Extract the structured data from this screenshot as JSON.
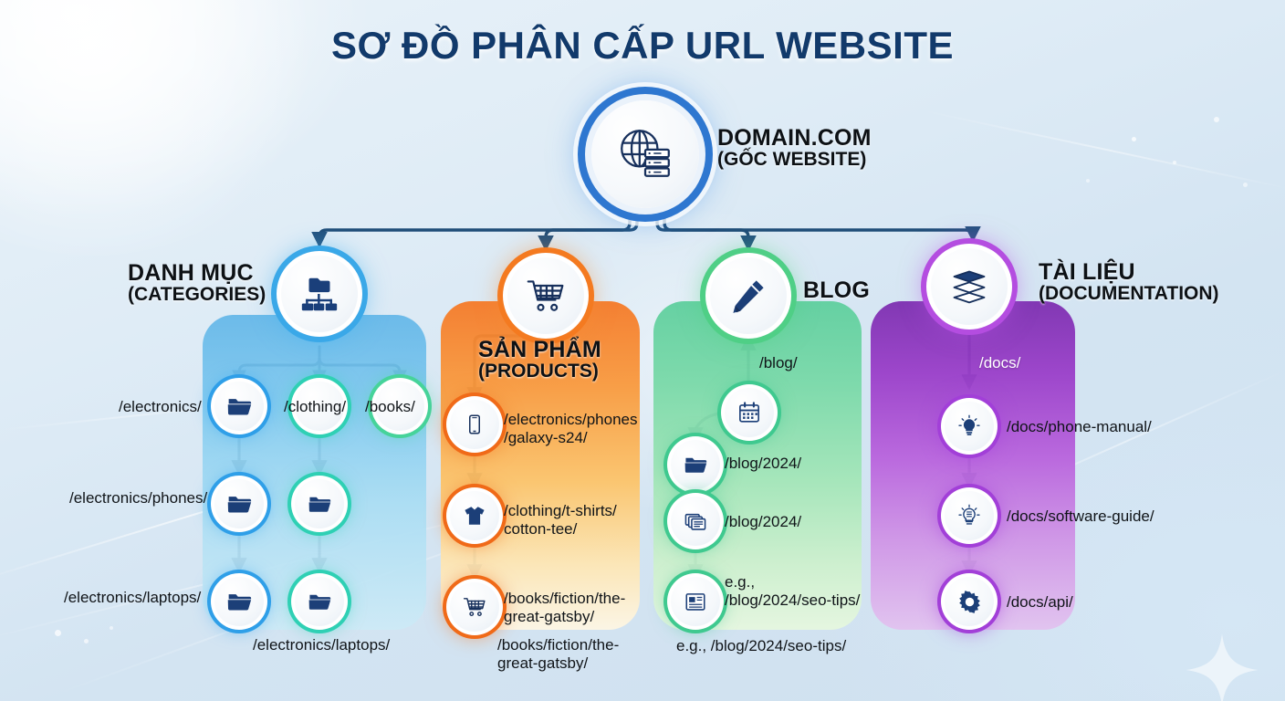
{
  "title": "SƠ ĐỒ PHÂN CẤP URL WEBSITE",
  "root": {
    "icon": "globe-server-icon",
    "label_line1": "DOMAIN.COM",
    "label_line2": "(GỐC WEBSITE)"
  },
  "branches": [
    {
      "id": "categories",
      "icon": "sitemap-folder-icon",
      "title_vi": "DANH MỤC",
      "title_en": "(CATEGORIES)",
      "accent": "#3aa8e8",
      "panel_from": "#62b6e8",
      "panel_to": "#cdeaf6",
      "children": [
        {
          "label": "/electronics/",
          "icon": "folder-icon"
        },
        {
          "label": "/clothing/",
          "icon": "folder-icon"
        },
        {
          "label": "/books/",
          "icon": "folder-icon"
        }
      ],
      "col_left": [
        {
          "label": "/electronics/",
          "icon": "folder-icon"
        },
        {
          "label": "/electronics/phones/",
          "icon": "folder-icon"
        },
        {
          "label": "/electronics/laptops/",
          "icon": "folder-icon"
        }
      ],
      "col_right": [
        {
          "label": "/clothing/",
          "icon": "folder-icon"
        },
        {
          "label": "",
          "icon": "folder-icon"
        },
        {
          "label": "",
          "icon": "folder-icon"
        }
      ],
      "footer_label": "/electronics/laptops/"
    },
    {
      "id": "products",
      "icon": "shopping-cart-icon",
      "title_vi": "SẢN PHẨM",
      "title_en": "(PRODUCTS)",
      "accent": "#f47a20",
      "panel_from": "#f57a28",
      "panel_to": "#fdf6e4",
      "items": [
        {
          "label": "/electronics/phones\n/galaxy-s24/",
          "icon": "smartphone-icon"
        },
        {
          "label": "/clothing/t-shirts/\ncotton-tee/",
          "icon": "tshirt-icon"
        },
        {
          "label": "/books/fiction/the-\ngreat-gatsby/",
          "icon": "shopping-cart-icon"
        }
      ],
      "footer_label": "/books/fiction/the-\ngreat-gatsby/"
    },
    {
      "id": "blog",
      "icon": "pen-icon",
      "title_vi": "BLOG",
      "title_en": "",
      "accent": "#4fcf86",
      "panel_from": "#5fcf9e",
      "panel_to": "#e6f7df",
      "edge_label": "/blog/",
      "items": [
        {
          "label": "",
          "icon": "calendar-icon"
        },
        {
          "label": "/blog/2024/",
          "icon": "folder-icon"
        },
        {
          "label": "/blog/2024/",
          "icon": "article-icon"
        },
        {
          "label": "e.g.,\n/blog/2024/seo-tips/",
          "icon": "newspaper-icon"
        }
      ],
      "footer_label": "e.g., /blog/2024/seo-tips/"
    },
    {
      "id": "documentation",
      "icon": "books-icon",
      "title_vi": "TÀI LIỆU",
      "title_en": "(DOCUMENTATION)",
      "accent": "#b44de0",
      "panel_from": "#7d2fb0",
      "panel_to": "#e2c2ef",
      "edge_label": "/docs/",
      "items": [
        {
          "label": "/docs/phone-manual/",
          "icon": "lightbulb-icon"
        },
        {
          "label": "/docs/software-guide/",
          "icon": "lightbulb-gear-icon"
        },
        {
          "label": "/docs/api/",
          "icon": "gear-icon"
        }
      ]
    }
  ],
  "colors": {
    "title": "#123a6b",
    "connector": "#1f4d78",
    "arrow": "#2a4f72"
  }
}
